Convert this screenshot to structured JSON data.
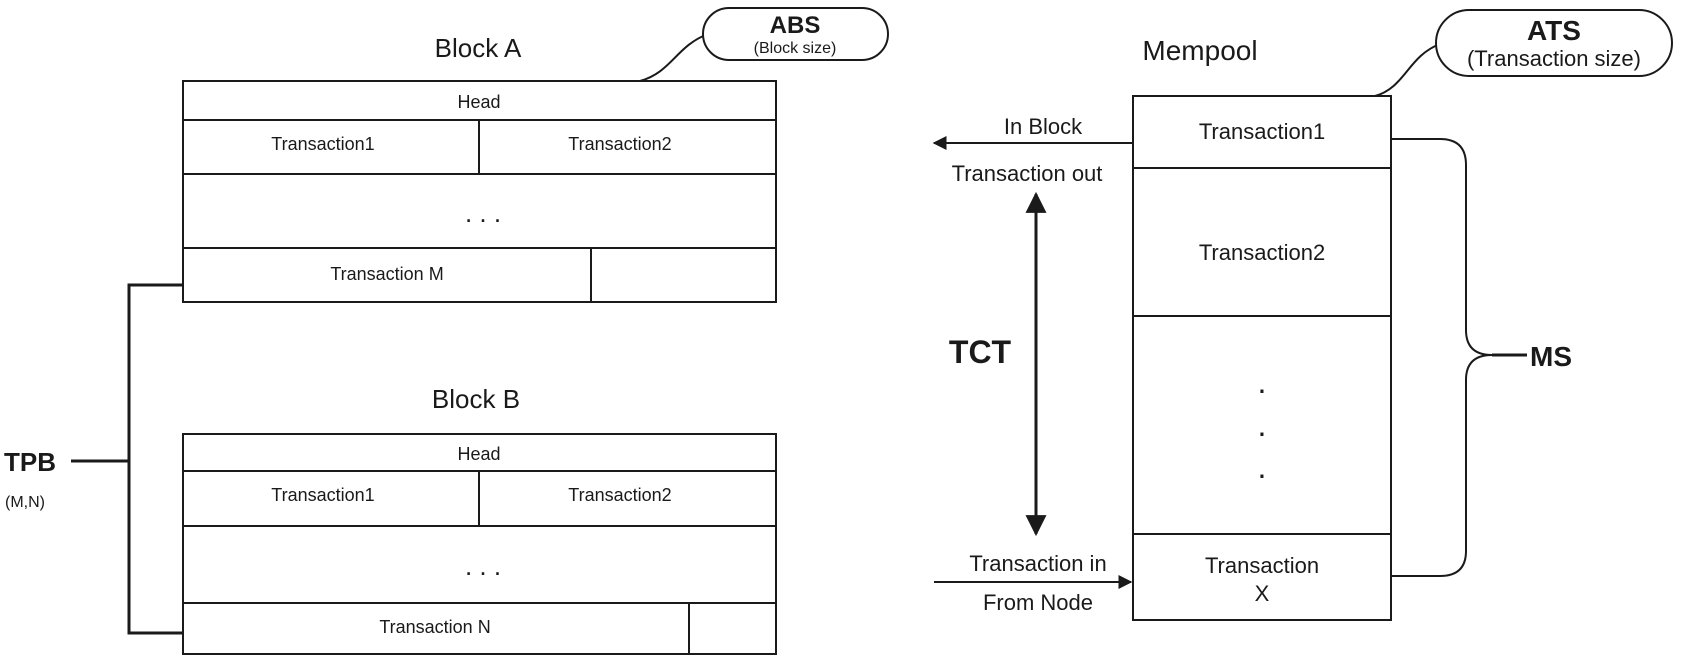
{
  "block_a": {
    "title": "Block A",
    "head": "Head",
    "tx1": "Transaction1",
    "tx2": "Transaction2",
    "ellipsis": ". . .",
    "tx_last": "Transaction M"
  },
  "block_b": {
    "title": "Block B",
    "head": "Head",
    "tx1": "Transaction1",
    "tx2": "Transaction2",
    "ellipsis": ". . .",
    "tx_last": "Transaction N"
  },
  "abs": {
    "label": "ABS",
    "sub": "(Block size)"
  },
  "tpb": {
    "label": "TPB",
    "sub": "(M,N)"
  },
  "mempool": {
    "title": "Mempool",
    "tx1": "Transaction1",
    "tx2": "Transaction2",
    "dot": ".",
    "tx_x_line1": "Transaction",
    "tx_x_line2": "X"
  },
  "ats": {
    "label": "ATS",
    "sub": "(Transaction size)"
  },
  "ms": {
    "label": "MS"
  },
  "tct": {
    "label": "TCT"
  },
  "flow": {
    "out_line1": "In Block",
    "out_line2": "Transaction out",
    "in_line1": "Transaction in",
    "in_line2": "From Node"
  }
}
